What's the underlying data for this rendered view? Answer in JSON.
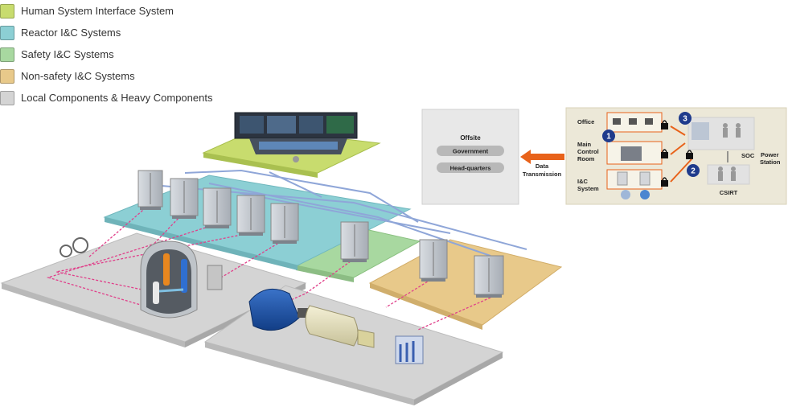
{
  "legend": [
    {
      "label": "Human System Interface System",
      "color": "#c8dc6e"
    },
    {
      "label": "Reactor I&C Systems",
      "color": "#8ccfd4"
    },
    {
      "label": "Safety I&C Systems",
      "color": "#a8d8a0"
    },
    {
      "label": "Non-safety I&C Systems",
      "color": "#e8c98a"
    },
    {
      "label": "Local Components & Heavy Components",
      "color": "#cccccc"
    }
  ],
  "offsite": {
    "title": "Offsite",
    "items": [
      "Government",
      "Head-quarters"
    ]
  },
  "transmission": {
    "line1": "Data",
    "line2": "Transmission"
  },
  "station": {
    "office": "Office",
    "main_control_1": "Main",
    "main_control_2": "Control",
    "main_control_3": "Room",
    "ic_1": "I&C",
    "ic_2": "System",
    "soc": "SOC",
    "csirt": "CSIRT",
    "power_1": "Power",
    "power_2": "Station",
    "badges": [
      "1",
      "2",
      "3"
    ]
  },
  "colors": {
    "hsi": "#c8dc6e",
    "reactor": "#8ccfd4",
    "safety": "#a8d8a0",
    "nonsafety": "#e8c98a",
    "local": "#d4d4d4",
    "accent": "#e8621a",
    "badge": "#1f3b8c",
    "cable": "#e0408a",
    "network": "#8fa6d8"
  }
}
